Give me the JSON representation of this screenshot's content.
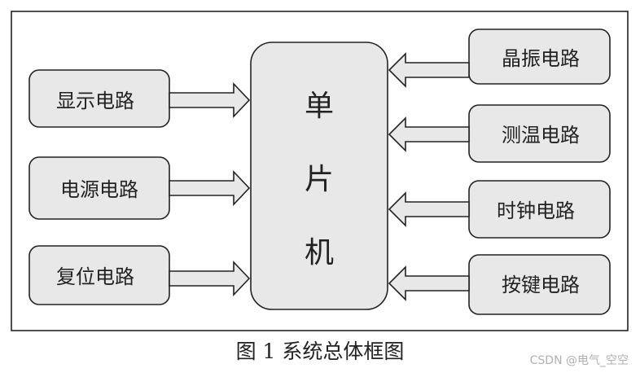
{
  "diagram": {
    "cpu": {
      "chars": [
        "单",
        "片",
        "机"
      ]
    },
    "left_blocks": [
      {
        "id": "display",
        "label": "显示电路"
      },
      {
        "id": "power",
        "label": "电源电路"
      },
      {
        "id": "reset",
        "label": "复位电路"
      }
    ],
    "right_blocks": [
      {
        "id": "crystal",
        "label": "晶振电路"
      },
      {
        "id": "temp",
        "label": "测温电路"
      },
      {
        "id": "clock",
        "label": "时钟电路"
      },
      {
        "id": "keys",
        "label": "按键电路"
      }
    ]
  },
  "caption": "图 1  系统总体框图",
  "watermark": "CSDN @电气_空空",
  "colors": {
    "block_fill": "#e8e8e8",
    "stroke": "#222222",
    "arrow_fill": "#e8e8e8"
  }
}
